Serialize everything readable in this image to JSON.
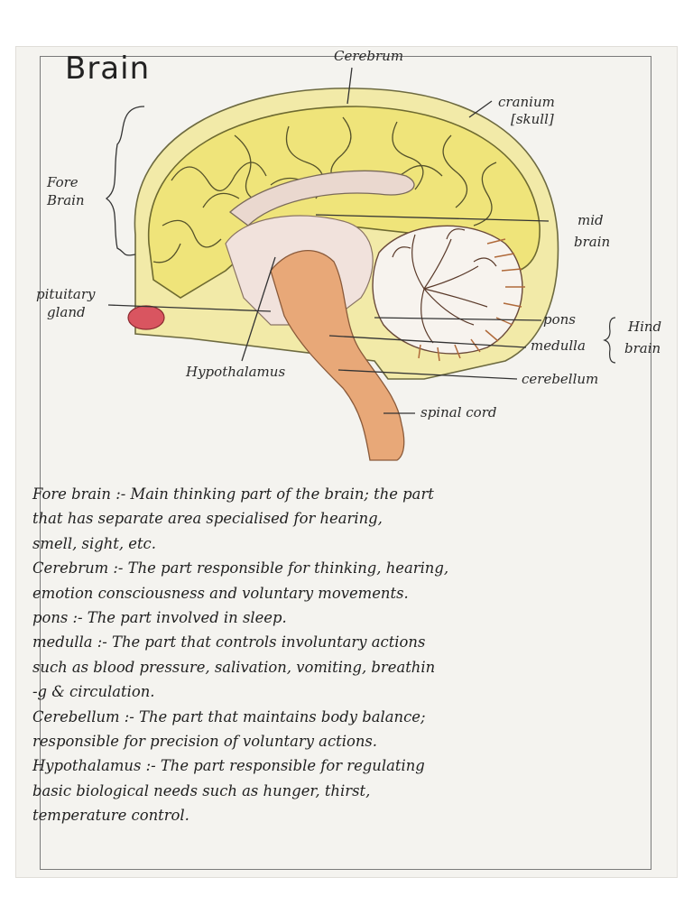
{
  "title": "Brain",
  "labels": {
    "cerebrum": "Cerebrum",
    "cranium": "cranium",
    "skull": "[skull]",
    "fore_brain_1": "Fore",
    "fore_brain_2": "Brain",
    "pituitary_1": "pituitary",
    "pituitary_2": "gland",
    "mid_brain_1": "mid",
    "mid_brain_2": "brain",
    "pons": "pons",
    "medulla": "medulla",
    "hind_brain_1": "Hind",
    "hind_brain_2": "brain",
    "cerebellum": "cerebellum",
    "hypothalamus": "Hypothalamus",
    "spinal_cord": "spinal cord"
  },
  "notes": [
    "Fore brain :- Main thinking part of the brain; the part",
    "that has separate area specialised for hearing,",
    "smell, sight, etc.",
    "Cerebrum :- The part responsible for thinking, hearing,",
    "emotion consciousness and voluntary movements.",
    "pons :- The part involved in sleep.",
    "medulla :- The part that controls involuntary actions",
    "such as blood pressure, salivation, vomiting, breathin",
    "-g & circulation.",
    "Cerebellum :- The part that maintains body balance;",
    "responsible for precision of voluntary actions.",
    "Hypothalamus :- The part responsible for regulating",
    "basic biological needs such as hunger, thirst,",
    "temperature control."
  ],
  "colors": {
    "cerebrum_yellow": "#efe57a",
    "cranium_yellow": "#f0e8a0",
    "brainstem_orange": "#e8a878",
    "pituitary_red": "#d95560",
    "ink": "#2a2a2a"
  }
}
